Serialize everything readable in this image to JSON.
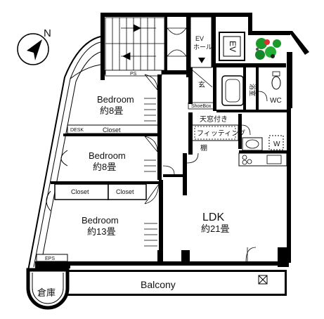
{
  "compass": {
    "label": "N"
  },
  "labels": {
    "ev_hall_1": "EV",
    "ev_hall_2": "ホール",
    "ev": "EV",
    "ps": "PS",
    "genkan": "玄",
    "bath": "浴室",
    "wc": "WC",
    "shoebox": "ShoeBox",
    "skylight": "天窓付き",
    "fitting": "フィッティング",
    "tana": "棚",
    "w": "W",
    "desk": "DESK",
    "closet_top": "Closet",
    "closet_left": "Closet",
    "closet_right": "Closet",
    "eps": "EPS",
    "storage": "倉庫",
    "balcony": "Balcony"
  },
  "rooms": {
    "bedroom1": {
      "name": "Bedroom",
      "size": "約8畳"
    },
    "bedroom2": {
      "name": "Bedroom",
      "size": "約8畳"
    },
    "bedroom3": {
      "name": "Bedroom",
      "size": "約13畳"
    },
    "ldk": {
      "name": "LDK",
      "size": "約21畳"
    }
  }
}
